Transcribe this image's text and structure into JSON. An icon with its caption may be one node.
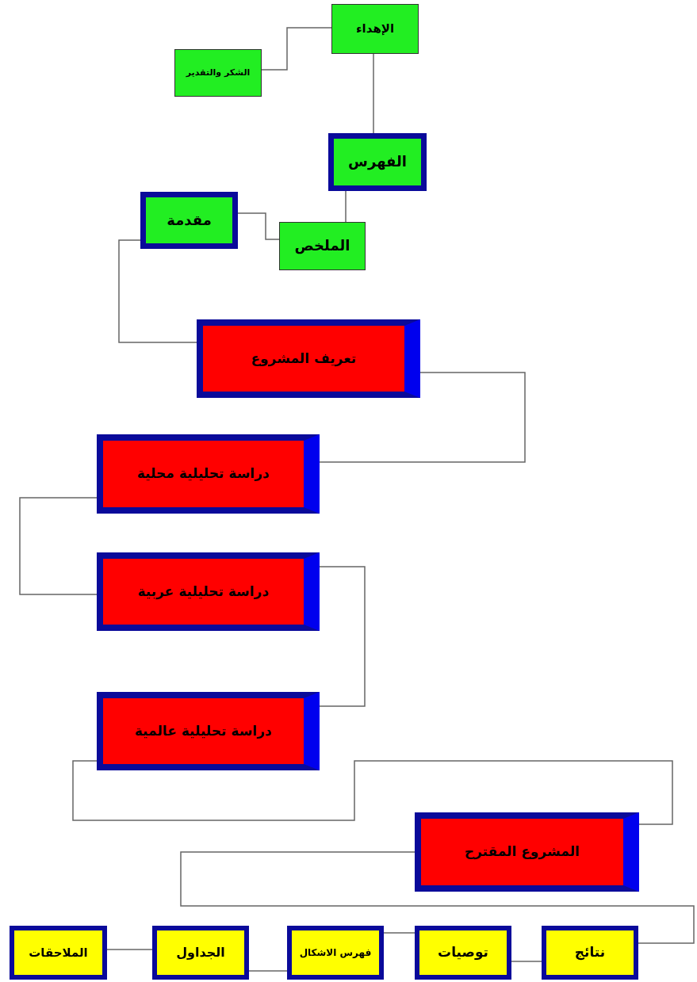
{
  "diagram": {
    "nodes": [
      {
        "text": [
          "الإهداء"
        ]
      },
      {
        "text": [
          "الشكر والتقدير"
        ]
      },
      {
        "text": [
          "الفهرس"
        ]
      },
      {
        "text": [
          "مقدمة"
        ]
      },
      {
        "text": [
          "الملخص"
        ]
      },
      {
        "text": [
          "تعريف المشروع"
        ]
      },
      {
        "text": [
          "دراسة تحليلية محلية"
        ]
      },
      {
        "text": [
          "دراسة تحليلية عربية"
        ]
      },
      {
        "text": [
          "دراسة تحليلية عالمية"
        ]
      },
      {
        "text": [
          "المشروع المقترح"
        ]
      },
      {
        "text": [
          "نتائج"
        ]
      },
      {
        "text": [
          "توصيات"
        ]
      },
      {
        "text": [
          "فهرس الاشكال"
        ]
      },
      {
        "text": [
          "الجداول"
        ]
      },
      {
        "text": [
          "الملاحقات"
        ]
      }
    ],
    "edges": [
      {
        "from": 0,
        "to": 1,
        "arrow": "none"
      },
      {
        "from": 0,
        "to": 2,
        "arrow": "none"
      },
      {
        "from": 2,
        "to": 4,
        "arrow": "none"
      },
      {
        "from": 4,
        "to": 3,
        "arrow": "none"
      },
      {
        "from": 3,
        "to": 5,
        "arrow": "none"
      },
      {
        "from": 5,
        "to": 6,
        "arrow": "none"
      },
      {
        "from": 6,
        "to": 7,
        "arrow": "none"
      },
      {
        "from": 7,
        "to": 8,
        "arrow": "none"
      },
      {
        "from": 8,
        "to": 9,
        "arrow": "none"
      },
      {
        "from": 9,
        "to": 10,
        "arrow": "none"
      },
      {
        "from": 10,
        "to": 11,
        "arrow": "none"
      },
      {
        "from": 11,
        "to": 12,
        "arrow": "none"
      },
      {
        "from": 12,
        "to": 13,
        "arrow": "none"
      },
      {
        "from": 13,
        "to": 14,
        "arrow": "none"
      }
    ]
  }
}
